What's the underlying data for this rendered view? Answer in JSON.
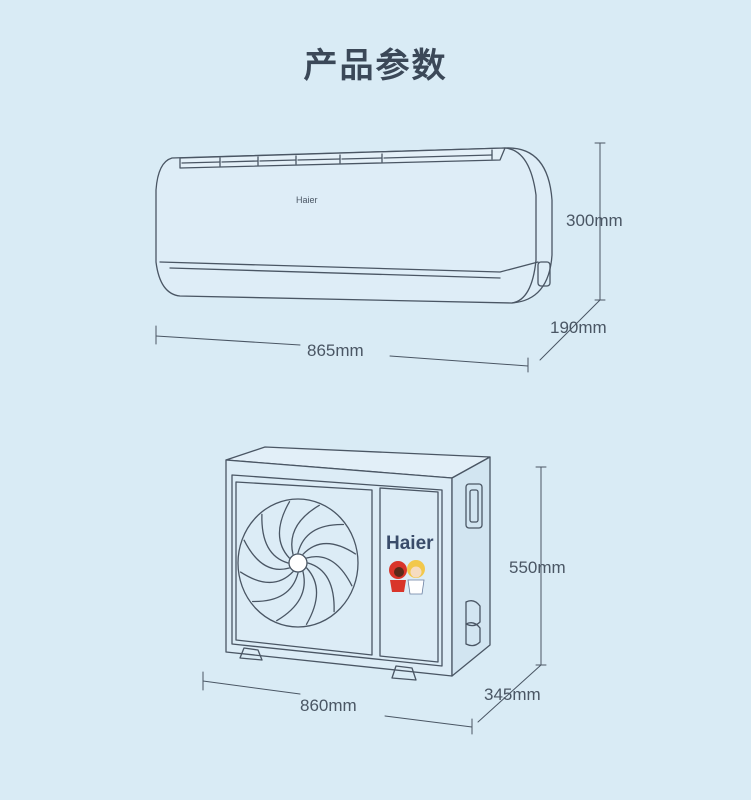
{
  "title": "产品参数",
  "indoor_unit": {
    "brand": "Haier",
    "height": "300mm",
    "depth": "190mm",
    "width": "865mm"
  },
  "outdoor_unit": {
    "brand": "Haier",
    "height": "550mm",
    "depth": "345mm",
    "width": "860mm"
  },
  "colors": {
    "background": "#d9ebf5",
    "line": "#4a5664",
    "mascot_red": "#d9352a",
    "mascot_yellow": "#f2c84b"
  }
}
